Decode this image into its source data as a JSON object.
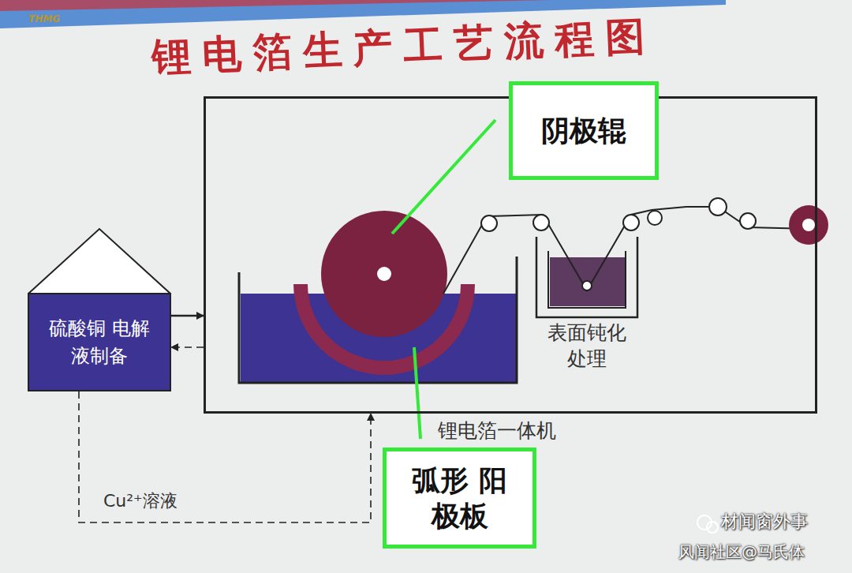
{
  "diagram": {
    "title": "锂电箔生产工艺流程图",
    "nodes": [
      {
        "text": [
          "硫酸铜 电解液制备"
        ]
      },
      {
        "text": [
          "锂电箔一体机"
        ]
      },
      {
        "text": [
          "表面钝化 处理"
        ],
        "in": 1
      },
      {
        "text": [
          "阴极辊"
        ]
      },
      {
        "text": [
          "弧形 阳极板"
        ]
      }
    ],
    "edges": [
      {
        "from": 0,
        "to": 1,
        "arrow": "to"
      },
      {
        "from": 1,
        "to": 0,
        "arrow": "to"
      },
      {
        "from": 0,
        "to": 1,
        "label": "Cu²⁺溶液",
        "arrow": "to"
      }
    ],
    "labels": [
      "THMG",
      "材闻窗外事",
      "风闻社区@马氏体"
    ]
  }
}
